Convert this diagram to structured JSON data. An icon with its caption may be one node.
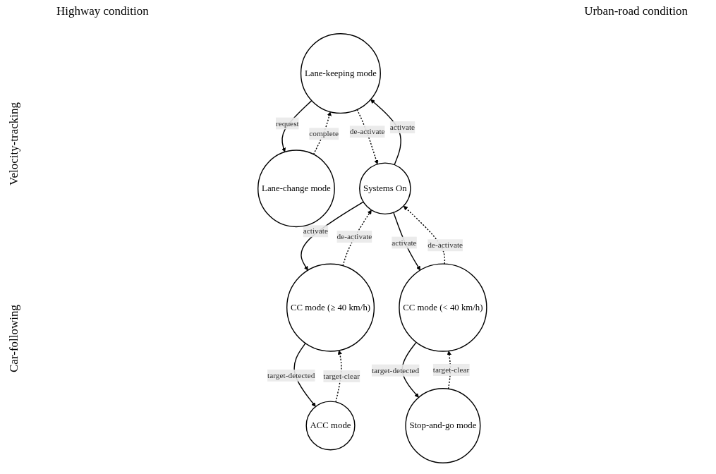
{
  "diagram": {
    "nodes": [
      {
        "text": [
          "Lane-keeping mode"
        ]
      },
      {
        "text": [
          "Lane-change mode"
        ]
      },
      {
        "text": [
          "Systems On"
        ]
      },
      {
        "text": [
          "CC mode (≥ 40 km/h)"
        ]
      },
      {
        "text": [
          "CC mode (< 40 km/h)"
        ]
      },
      {
        "text": [
          "ACC mode"
        ]
      },
      {
        "text": [
          "Stop-and-go mode"
        ]
      }
    ],
    "edges": [
      {
        "from": 1,
        "to": 0,
        "arrow": "to",
        "label": "complete",
        "style": "dashed"
      },
      {
        "from": 0,
        "to": 1,
        "arrow": "to",
        "label": "request"
      },
      {
        "from": 0,
        "to": 2,
        "arrow": "to",
        "label": "de-activate",
        "style": "dashed"
      },
      {
        "from": 2,
        "to": 0,
        "arrow": "to",
        "label": "activate"
      },
      {
        "from": 3,
        "to": 2,
        "arrow": "to",
        "label": "de-activate",
        "style": "dashed"
      },
      {
        "from": 2,
        "to": 3,
        "arrow": "to",
        "label": "activate"
      },
      {
        "from": 4,
        "to": 2,
        "arrow": "to",
        "label": "de-activate",
        "style": "dashed"
      },
      {
        "from": 2,
        "to": 4,
        "arrow": "to",
        "label": "activate"
      },
      {
        "from": 3,
        "to": 5,
        "arrow": "to",
        "label": "target-detected"
      },
      {
        "from": 5,
        "to": 3,
        "arrow": "to",
        "label": "target-clear",
        "style": "dashed"
      },
      {
        "from": 4,
        "to": 6,
        "arrow": "to",
        "label": "target-detected"
      },
      {
        "from": 6,
        "to": 4,
        "arrow": "to",
        "label": "target-clear",
        "style": "dashed"
      }
    ],
    "labels": [
      "Highway condition",
      "Urban-road condition",
      "Velocity-tracking",
      "Car-following"
    ]
  }
}
